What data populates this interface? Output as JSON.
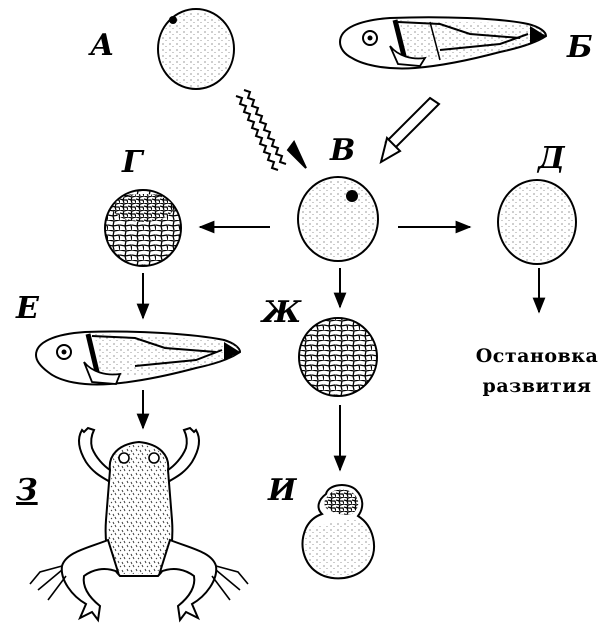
{
  "labels": {
    "a": "А",
    "b": "Б",
    "v": "В",
    "g": "Г",
    "d": "Д",
    "e": "Е",
    "zh": "Ж",
    "z": "З",
    "i": "И"
  },
  "caption": {
    "line1": "Остановка",
    "line2": "развития"
  },
  "colors": {
    "ink": "#000000",
    "background": "#ffffff",
    "spellcheck_underline": "#dd2222"
  }
}
